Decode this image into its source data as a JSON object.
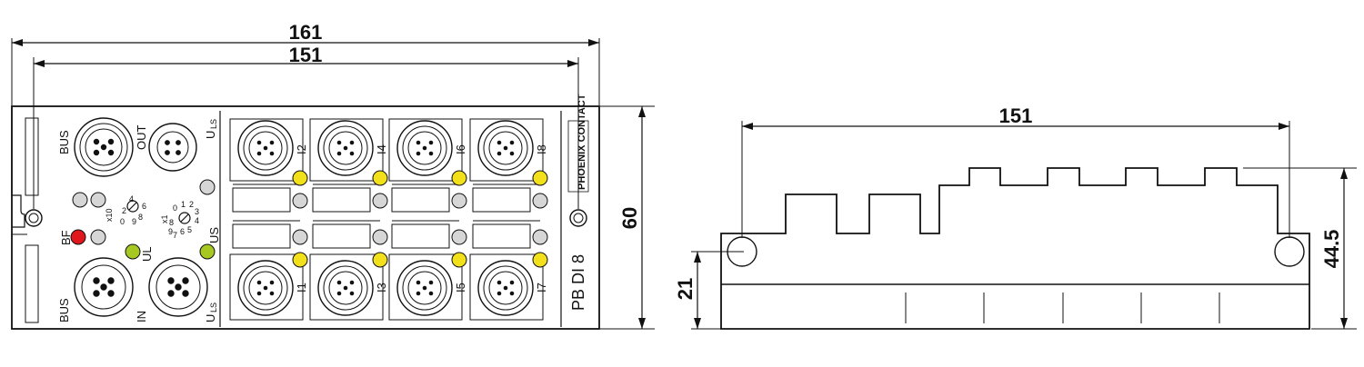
{
  "front_view": {
    "dim_total_width": "161",
    "dim_inner_width": "151",
    "dim_height": "60",
    "labels": {
      "bus_top": "BUS",
      "bus_bottom": "BUS",
      "out": "OUT",
      "in": "IN",
      "uls_top": "U",
      "uls_top_sub": "LS",
      "uls_bottom": "U",
      "uls_bottom_sub": "LS",
      "bf": "BF",
      "ul": "UL",
      "us": "US",
      "x10": "x10",
      "x1": "x1",
      "model": "PB DI 8",
      "brand": "PHOENIX CONTACT"
    },
    "dial_x10_marks": [
      "0",
      "2",
      "4",
      "6",
      "8",
      "9"
    ],
    "dial_x1_marks": [
      "9",
      "0",
      "1",
      "2",
      "3",
      "4",
      "5",
      "6",
      "7",
      "8"
    ],
    "top_ports": [
      "I2",
      "I4",
      "I6",
      "I8"
    ],
    "bottom_ports": [
      "I1",
      "I3",
      "I5",
      "I7"
    ],
    "colors": {
      "led_red": "#e0181e",
      "led_yellow": "#f2e01a",
      "led_green": "#a6c820",
      "led_grey": "#d6d6d6"
    }
  },
  "side_view": {
    "dim_width": "151",
    "dim_height": "44.5",
    "dim_mount": "21"
  }
}
